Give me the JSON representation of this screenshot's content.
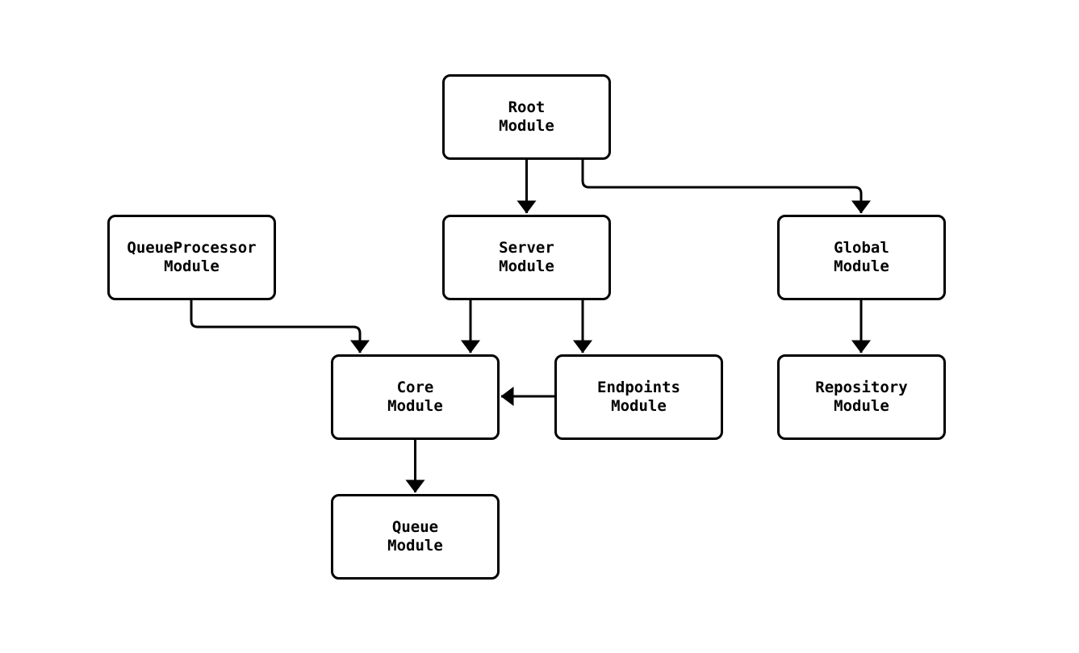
{
  "diagram": {
    "type": "flowchart",
    "direction": "top-down",
    "background_color": "#ffffff",
    "node_fill_color": "#ffffff",
    "node_border_color": "#000000",
    "edge_color": "#000000",
    "text_color": "#000000",
    "nodes": {
      "root": {
        "label": "Root\nModule"
      },
      "queueProcessor": {
        "label": "QueueProcessor\nModule"
      },
      "server": {
        "label": "Server\nModule"
      },
      "global": {
        "label": "Global\nModule"
      },
      "core": {
        "label": "Core\nModule"
      },
      "endpoints": {
        "label": "Endpoints\nModule"
      },
      "repository": {
        "label": "Repository\nModule"
      },
      "queue": {
        "label": "Queue\nModule"
      }
    },
    "edges": [
      {
        "from": "Root Module",
        "to": "Server Module"
      },
      {
        "from": "Root Module",
        "to": "Global Module"
      },
      {
        "from": "QueueProcessor Module",
        "to": "Core Module"
      },
      {
        "from": "Server Module",
        "to": "Core Module"
      },
      {
        "from": "Server Module",
        "to": "Endpoints Module"
      },
      {
        "from": "Endpoints Module",
        "to": "Core Module"
      },
      {
        "from": "Global Module",
        "to": "Repository Module"
      },
      {
        "from": "Core Module",
        "to": "Queue Module"
      }
    ]
  }
}
